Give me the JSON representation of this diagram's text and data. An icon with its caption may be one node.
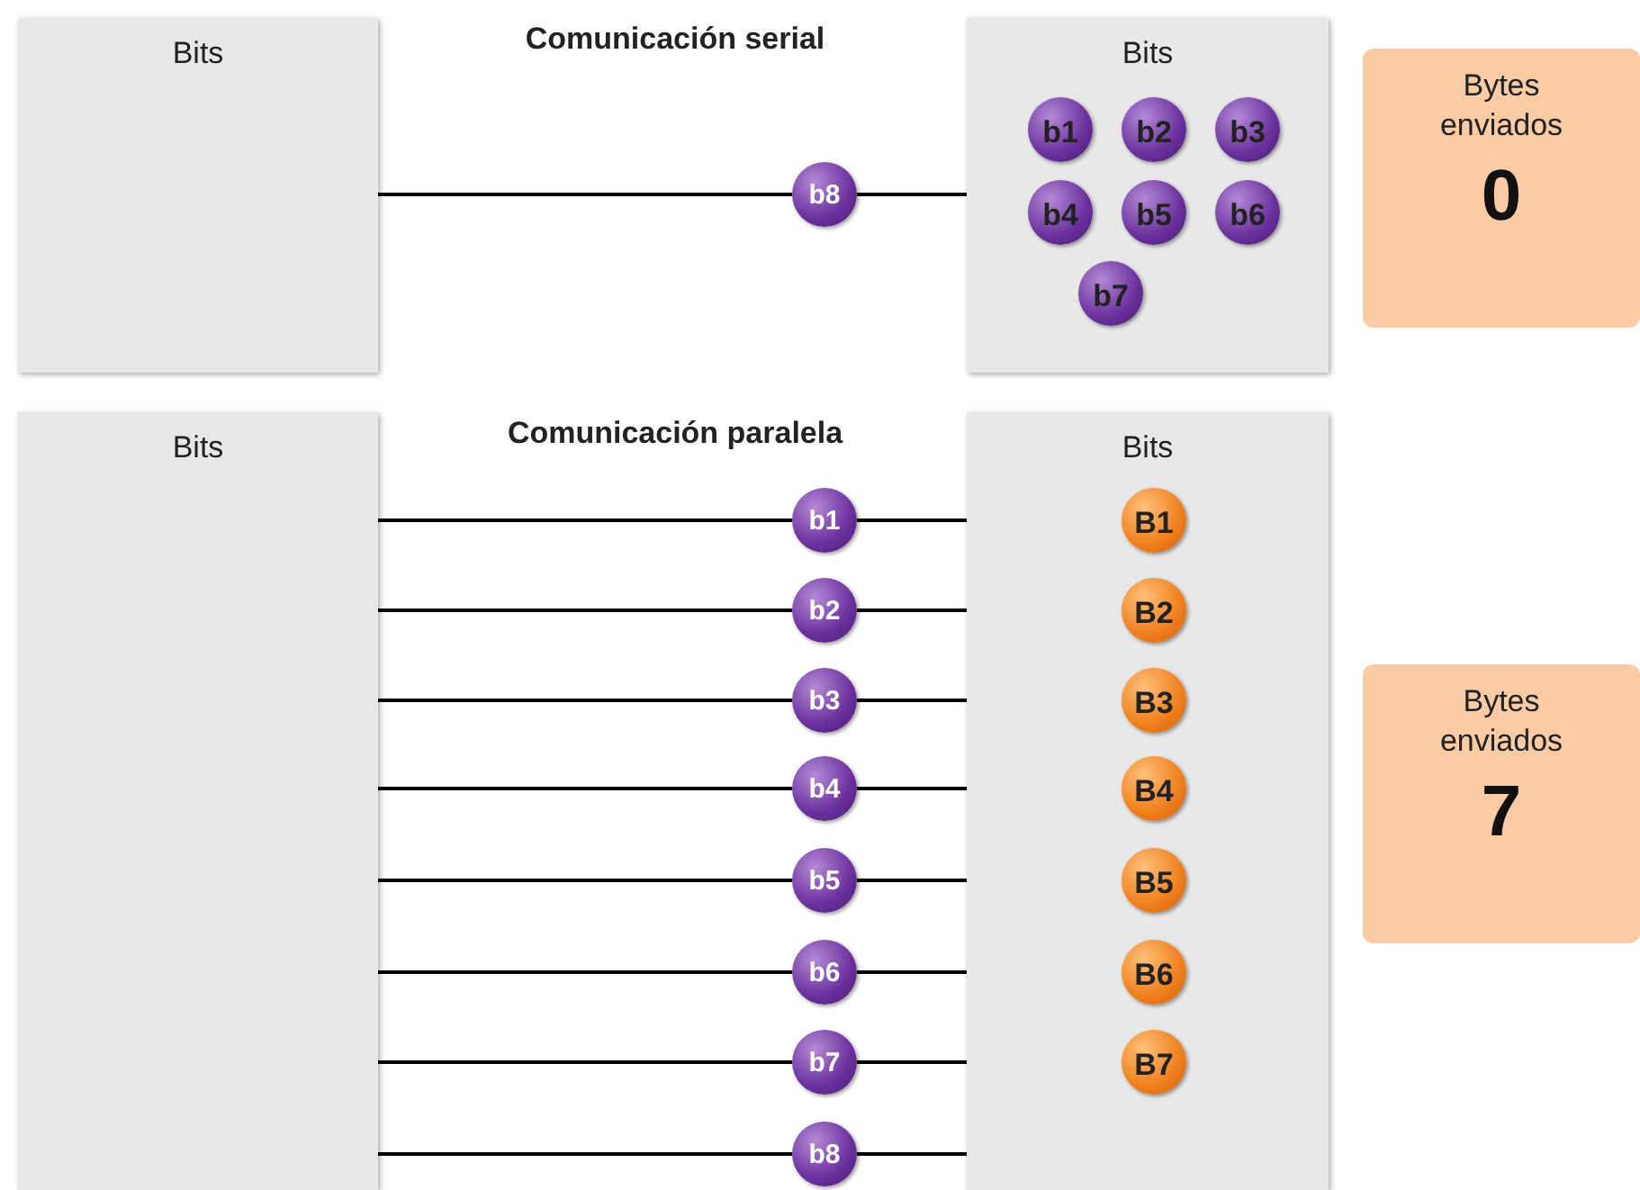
{
  "diagram": {
    "nodes": [
      {
        "text": [
          "Bits"
        ]
      },
      {
        "text": [
          "Bits"
        ]
      },
      {
        "text": [
          "b1"
        ],
        "in": 1
      },
      {
        "text": [
          "b2"
        ],
        "in": 1
      },
      {
        "text": [
          "b3"
        ],
        "in": 1
      },
      {
        "text": [
          "b4"
        ],
        "in": 1
      },
      {
        "text": [
          "b5"
        ],
        "in": 1
      },
      {
        "text": [
          "b6"
        ],
        "in": 1
      },
      {
        "text": [
          "b7"
        ],
        "in": 1
      },
      {
        "text": [
          "b8"
        ]
      },
      {
        "text": [
          "Bytes enviados",
          "0"
        ]
      },
      {
        "text": [
          "Bits"
        ]
      },
      {
        "text": [
          "Bits"
        ]
      },
      {
        "text": [
          "B1"
        ],
        "in": 12
      },
      {
        "text": [
          "B2"
        ],
        "in": 12
      },
      {
        "text": [
          "B3"
        ],
        "in": 12
      },
      {
        "text": [
          "B4"
        ],
        "in": 12
      },
      {
        "text": [
          "B5"
        ],
        "in": 12
      },
      {
        "text": [
          "B6"
        ],
        "in": 12
      },
      {
        "text": [
          "B7"
        ],
        "in": 12
      },
      {
        "text": [
          "b1"
        ]
      },
      {
        "text": [
          "b2"
        ]
      },
      {
        "text": [
          "b3"
        ]
      },
      {
        "text": [
          "b4"
        ]
      },
      {
        "text": [
          "b5"
        ]
      },
      {
        "text": [
          "b6"
        ]
      },
      {
        "text": [
          "b7"
        ]
      },
      {
        "text": [
          "b8"
        ]
      },
      {
        "text": [
          "Bytes enviados",
          "7"
        ]
      }
    ],
    "edges": [
      {
        "from": 0,
        "to": 9,
        "arrow": "none"
      },
      {
        "from": 9,
        "to": 1,
        "arrow": "none"
      },
      {
        "from": 11,
        "to": 20,
        "arrow": "none"
      },
      {
        "from": 20,
        "to": 12,
        "arrow": "none"
      },
      {
        "from": 11,
        "to": 21,
        "arrow": "none"
      },
      {
        "from": 21,
        "to": 12,
        "arrow": "none"
      },
      {
        "from": 11,
        "to": 22,
        "arrow": "none"
      },
      {
        "from": 22,
        "to": 12,
        "arrow": "none"
      },
      {
        "from": 11,
        "to": 23,
        "arrow": "none"
      },
      {
        "from": 23,
        "to": 12,
        "arrow": "none"
      },
      {
        "from": 11,
        "to": 24,
        "arrow": "none"
      },
      {
        "from": 24,
        "to": 12,
        "arrow": "none"
      },
      {
        "from": 11,
        "to": 25,
        "arrow": "none"
      },
      {
        "from": 25,
        "to": 12,
        "arrow": "none"
      },
      {
        "from": 11,
        "to": 26,
        "arrow": "none"
      },
      {
        "from": 26,
        "to": 12,
        "arrow": "none"
      },
      {
        "from": 11,
        "to": 27,
        "arrow": "none"
      },
      {
        "from": 27,
        "to": 12,
        "arrow": "none"
      }
    ],
    "labels": [
      "Comunicación serial",
      "Comunicación paralela"
    ]
  }
}
